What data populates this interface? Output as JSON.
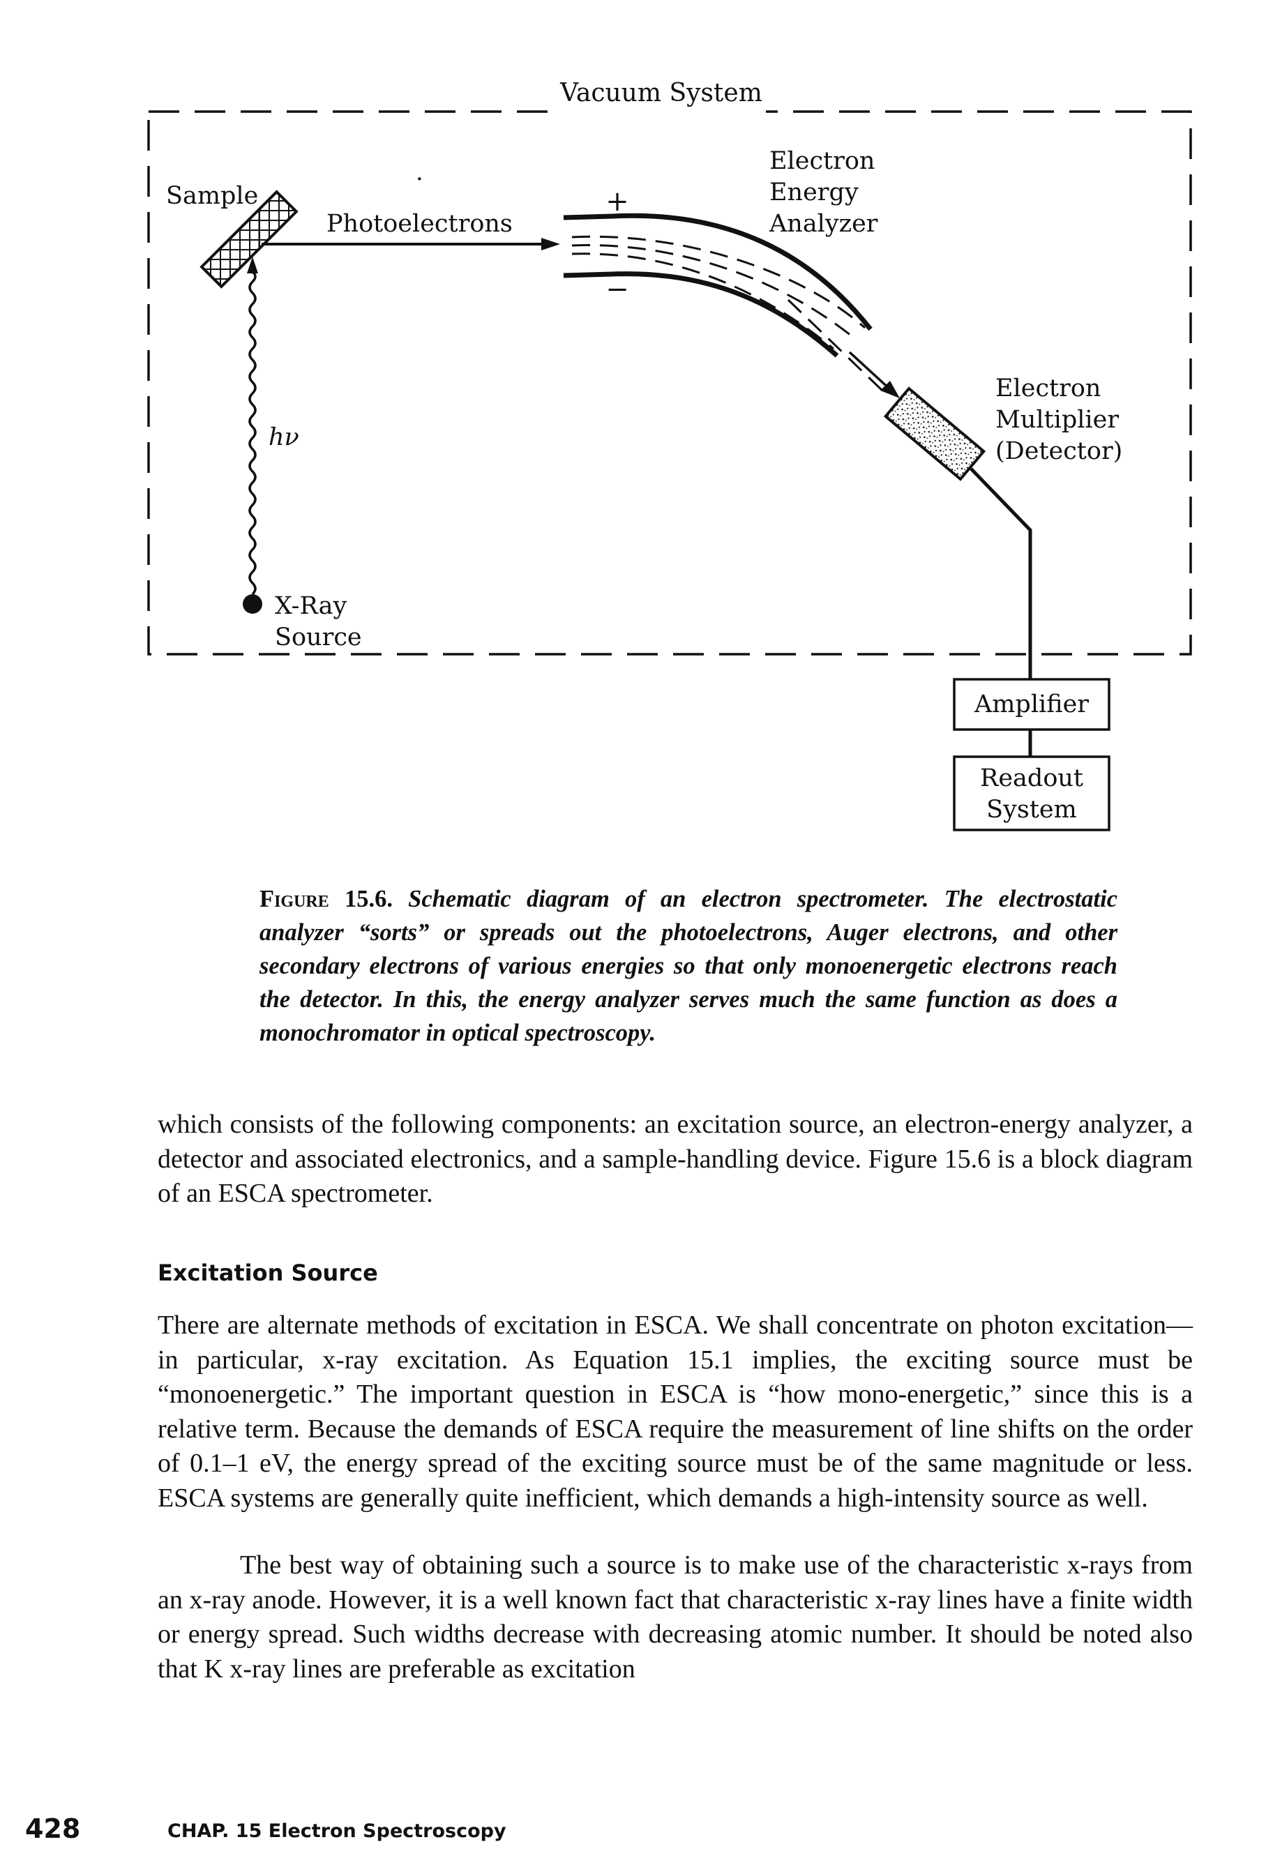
{
  "figure": {
    "title": "Vacuum System",
    "labels": {
      "sample": "Sample",
      "photoelectrons": "Photoelectrons",
      "plus": "+",
      "minus": "−",
      "analyzer_line1": "Electron",
      "analyzer_line2": "Energy",
      "analyzer_line3": "Analyzer",
      "multiplier_line1": "Electron",
      "multiplier_line2": "Multiplier",
      "multiplier_line3": "(Detector)",
      "hv": "hν",
      "xray_line1": "X-Ray",
      "xray_line2": "Source",
      "amplifier": "Amplifier",
      "readout_line1": "Readout",
      "readout_line2": "System"
    },
    "caption_label": "Figure 15.6.",
    "caption_text": "Schematic diagram of an electron spectrometer. The electrostatic analyzer “sorts” or spreads out the photoelectrons, Auger electrons, and other secondary electrons of various energies so that only monoenergetic electrons reach the detector. In this, the energy analyzer serves much the same function as does a monochromator in optical spectroscopy."
  },
  "body": {
    "paragraph1": "which consists of the following components: an excitation source, an electron-energy analyzer, a detector and associated electronics, and a sample-handling device. Figure 15.6 is a block diagram of an ESCA spectrometer.",
    "section_heading": "Excitation Source",
    "paragraph2": "There are alternate methods of excitation in ESCA. We shall concentrate on photon excitation—in particular, x-ray excitation. As Equation 15.1 implies, the exciting source must be “monoenergetic.” The important question in ESCA is “how mono-energetic,” since this is a relative term. Because the demands of ESCA require the measurement of line shifts on the order of 0.1–1 eV, the energy spread of the exciting source must be of the same magnitude or less. ESCA systems are generally quite inefficient, which demands a high-intensity source as well.",
    "paragraph3": "The best way of obtaining such a source is to make use of the characteristic x-rays from an x-ray anode. However, it is a well known fact that characteristic x-ray lines have a finite width or energy spread. Such widths decrease with decreasing atomic number. It should be noted also that K x-ray lines are preferable as excitation"
  },
  "footer": {
    "page_number": "428",
    "running_head": "CHAP. 15 Electron Spectroscopy"
  }
}
